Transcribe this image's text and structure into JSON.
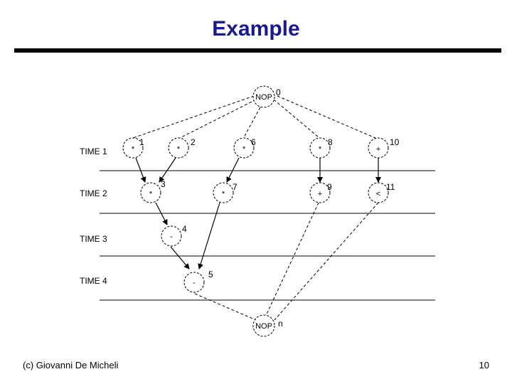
{
  "title": "Example",
  "footer": {
    "credit": "(c) Giovanni De Micheli",
    "page": "10"
  },
  "time_labels": [
    "TIME 1",
    "TIME 2",
    "TIME 3",
    "TIME 4"
  ],
  "nodes": [
    {
      "id": "source",
      "op": "NOP",
      "label": "0"
    },
    {
      "id": "v1",
      "op": "*",
      "label": "1"
    },
    {
      "id": "v2",
      "op": "*",
      "label": "2"
    },
    {
      "id": "v6",
      "op": "*",
      "label": "6"
    },
    {
      "id": "v8",
      "op": "*",
      "label": "8"
    },
    {
      "id": "v10",
      "op": "+",
      "label": "10"
    },
    {
      "id": "v3",
      "op": "*",
      "label": "3"
    },
    {
      "id": "v7",
      "op": "*",
      "label": "7"
    },
    {
      "id": "v9",
      "op": "+",
      "label": "9"
    },
    {
      "id": "v11",
      "op": "<",
      "label": "11"
    },
    {
      "id": "v4",
      "op": "-",
      "label": "4"
    },
    {
      "id": "v5",
      "op": "-",
      "label": "5"
    },
    {
      "id": "sink",
      "op": "NOP",
      "label": "n"
    }
  ]
}
